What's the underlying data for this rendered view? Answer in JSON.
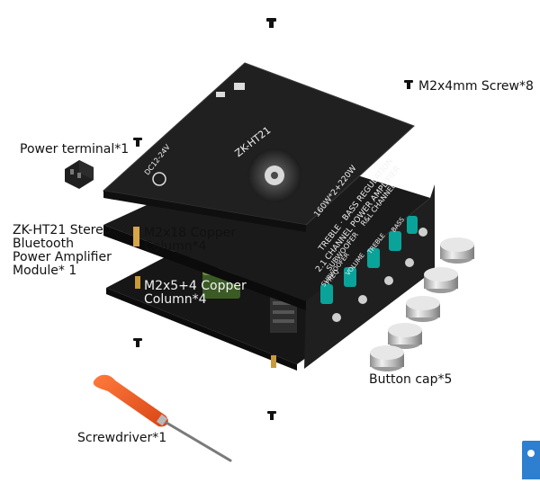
{
  "labels": {
    "screw": "M2x4mm Screw*8",
    "power_terminal": "Power terminal*1",
    "module": "ZK-HT21 Stereo\nBluetooth\nPower Amplifier\nModule* 1",
    "column18": "M2x18 Copper\nColumn*4",
    "column5": "M2x5+4 Copper\nColumn*4",
    "button_cap": "Button cap*5",
    "screwdriver": "Screwdriver*1"
  },
  "panel": {
    "model": "ZK-HT21",
    "spec_line1": "160W*2+220W",
    "spec_line2": "TREBLE · BASS REGULATION",
    "spec_line3": "2.1 CHANNEL POWER AMPLIFIER",
    "voltage": "DC12-24V",
    "knob_labels": [
      "SUBWOOFER",
      "FREQ",
      "VOLUME",
      "TREBLE",
      "BASS"
    ],
    "side_label_a": "R&L CHANNEL",
    "side_label_b": "SUBWOOFER"
  },
  "colors": {
    "board": "#1b1b1b",
    "pcb": "#121212",
    "knob_teal": "#0aa39a",
    "screwdriver_handle": "#e8571c",
    "silver": "#c9c9c9"
  }
}
